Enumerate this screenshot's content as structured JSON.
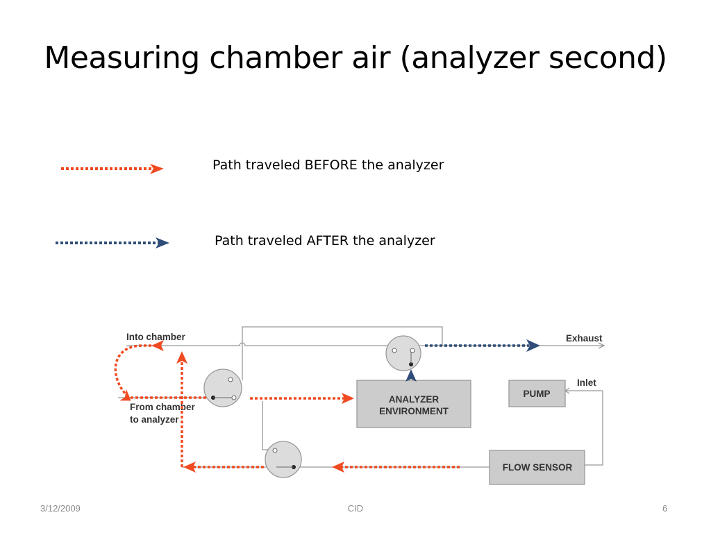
{
  "title": "Measuring chamber air (analyzer second)",
  "legend": {
    "before": "Path traveled BEFORE the analyzer",
    "after": "Path traveled AFTER the analyzer",
    "before_color": "#f04a22",
    "after_color": "#2f4d78"
  },
  "diagram": {
    "into_chamber": "Into chamber",
    "from_chamber_line1": "From chamber",
    "from_chamber_line2": "to analyzer",
    "exhaust": "Exhaust",
    "inlet": "Inlet",
    "analyzer_line1": "ANALYZER",
    "analyzer_line2": "ENVIRONMENT",
    "pump": "PUMP",
    "flow_sensor": "FLOW SENSOR",
    "box_color": "#cccccc",
    "pipe_color": "#999999"
  },
  "footer": {
    "date": "3/12/2009",
    "center": "CID",
    "page": "6"
  }
}
